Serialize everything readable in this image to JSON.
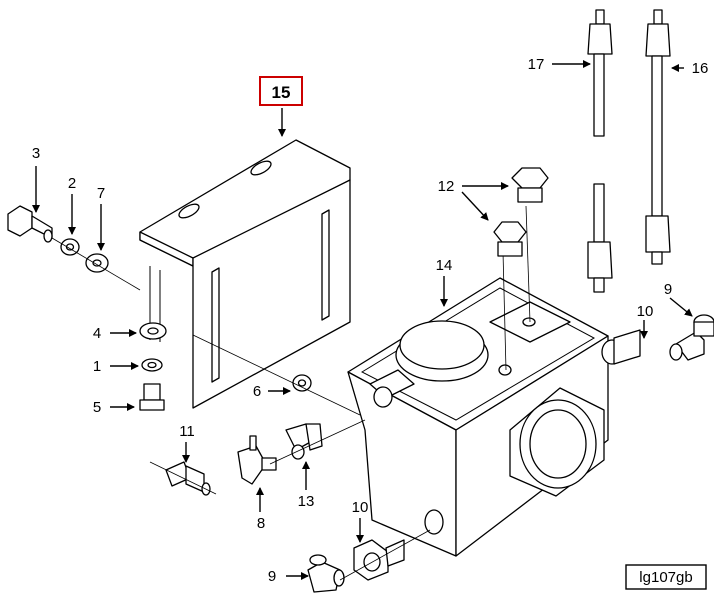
{
  "diagram": {
    "reference_code": "lg107gb",
    "highlight_color": "#cc0000",
    "highlighted_callout": "15",
    "callouts": {
      "c1": "1",
      "c2": "2",
      "c3": "3",
      "c4": "4",
      "c5": "5",
      "c6": "6",
      "c7": "7",
      "c8": "8",
      "c9a": "9",
      "c9b": "9",
      "c10a": "10",
      "c10b": "10",
      "c11": "11",
      "c12": "12",
      "c13": "13",
      "c14": "14",
      "c15": "15",
      "c16": "16",
      "c17": "17"
    }
  }
}
